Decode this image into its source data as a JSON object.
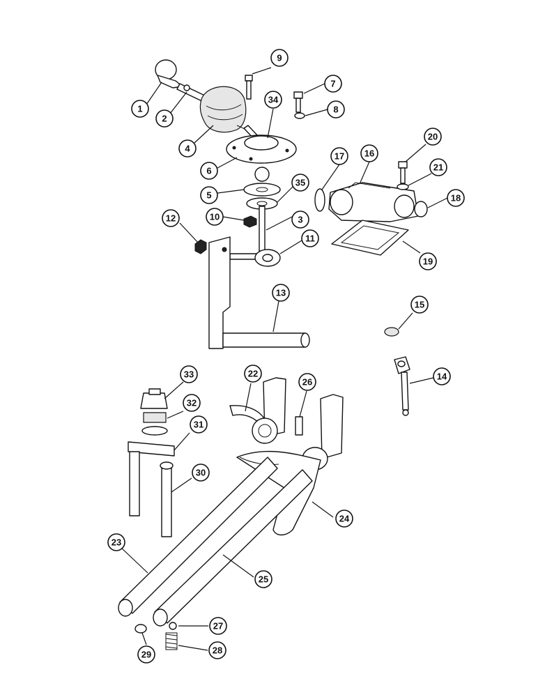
{
  "diagram": {
    "callouts": [
      {
        "id": "c1",
        "label": "1"
      },
      {
        "id": "c2",
        "label": "2"
      },
      {
        "id": "c3",
        "label": "3"
      },
      {
        "id": "c4",
        "label": "4"
      },
      {
        "id": "c5",
        "label": "5"
      },
      {
        "id": "c6",
        "label": "6"
      },
      {
        "id": "c7",
        "label": "7"
      },
      {
        "id": "c8",
        "label": "8"
      },
      {
        "id": "c9",
        "label": "9"
      },
      {
        "id": "c10",
        "label": "10"
      },
      {
        "id": "c11",
        "label": "11"
      },
      {
        "id": "c12",
        "label": "12"
      },
      {
        "id": "c13",
        "label": "13"
      },
      {
        "id": "c14",
        "label": "14"
      },
      {
        "id": "c15",
        "label": "15"
      },
      {
        "id": "c16",
        "label": "16"
      },
      {
        "id": "c17",
        "label": "17"
      },
      {
        "id": "c18",
        "label": "18"
      },
      {
        "id": "c19",
        "label": "19"
      },
      {
        "id": "c20",
        "label": "20"
      },
      {
        "id": "c21",
        "label": "21"
      },
      {
        "id": "c22",
        "label": "22"
      },
      {
        "id": "c23",
        "label": "23"
      },
      {
        "id": "c24",
        "label": "24"
      },
      {
        "id": "c25",
        "label": "25"
      },
      {
        "id": "c26",
        "label": "26"
      },
      {
        "id": "c27",
        "label": "27"
      },
      {
        "id": "c28",
        "label": "28"
      },
      {
        "id": "c29",
        "label": "29"
      },
      {
        "id": "c30",
        "label": "30"
      },
      {
        "id": "c31",
        "label": "31"
      },
      {
        "id": "c32",
        "label": "32"
      },
      {
        "id": "c33",
        "label": "33"
      },
      {
        "id": "c34",
        "label": "34"
      },
      {
        "id": "c35",
        "label": "35"
      }
    ]
  }
}
